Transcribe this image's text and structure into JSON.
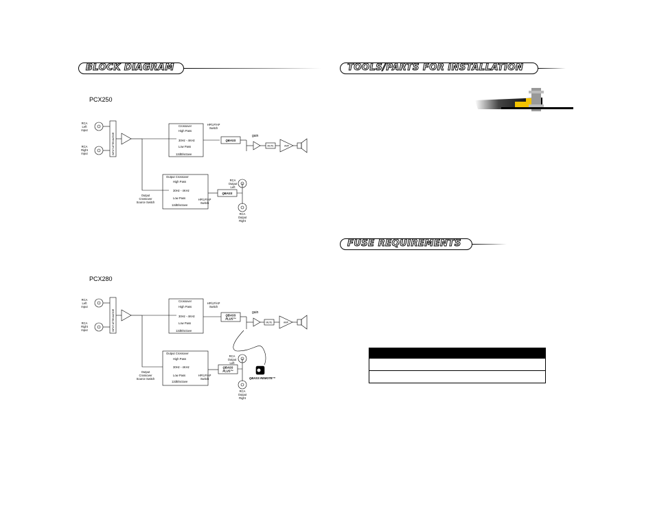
{
  "headings": {
    "block_diagram": "Block Diagram",
    "tools": "Tools/Parts For Installation",
    "fuse": "Fuse Requirements"
  },
  "diagrams": [
    {
      "model": "PCX250",
      "input_left": [
        "RCA",
        "Left",
        "Input"
      ],
      "input_right": [
        "RCA",
        "Right",
        "Input"
      ],
      "input_attenuator": "INPUT ATTENUATOR",
      "crossover_title": "Crossover",
      "high_pass": "High Pass",
      "freq_range": "30Hz - 4KHz",
      "low_pass": "Low Pass",
      "slope": "12dB/octave",
      "hp_lp_switch": [
        "HP/LP/AP",
        "Switch"
      ],
      "bass_box": "QBASS",
      "gain": "gain",
      "mute": "MUTE",
      "amp": "AMP",
      "output_crossover_title": "Output Crossover",
      "out_high_pass": "High Pass",
      "out_freq_range": "30Hz - 4KHz",
      "out_low_pass": "Low Pass",
      "out_slope": "12dB/octave",
      "source_switch": [
        "Output",
        "Crossover",
        "Source Switch"
      ],
      "out_hp_lp_switch": [
        "HP/LP/AP",
        "Switch"
      ],
      "out_bass_box": "QBASS",
      "output_left": [
        "RCA",
        "Output",
        "Left"
      ],
      "output_right": [
        "RCA",
        "Output",
        "Right"
      ]
    },
    {
      "model": "PCX280",
      "input_left": [
        "RCA",
        "Left",
        "Input"
      ],
      "input_right": [
        "RCA",
        "Right",
        "Input"
      ],
      "input_attenuator": "INPUT ATTENUATOR",
      "crossover_title": "Crossover",
      "high_pass": "High Pass",
      "freq_range": "30Hz - 4KHz",
      "low_pass": "Low Pass",
      "slope": "12dB/octave",
      "hp_lp_switch": [
        "HP/LP/AP",
        "Switch"
      ],
      "bass_box": [
        "QBASS",
        "PLUS™"
      ],
      "gain": "gain",
      "mute": "MUTE",
      "amp": "AMP",
      "output_crossover_title": "Output Crossover",
      "out_high_pass": "High Pass",
      "out_freq_range": "30Hz - 4KHz",
      "out_low_pass": "Low Pass",
      "out_slope": "12dB/octave",
      "source_switch": [
        "Output",
        "Crossover",
        "Source Switch"
      ],
      "out_hp_lp_switch": [
        "HP/LP/AP",
        "Switch"
      ],
      "out_bass_box": [
        "QBASS",
        "PLUS™"
      ],
      "output_left": [
        "RCA",
        "Output",
        "Left"
      ],
      "output_right": [
        "RCA",
        "Output",
        "Right"
      ],
      "remote": "QBASS REMOTE™"
    }
  ],
  "fuse_table": {
    "rows": [
      "",
      "",
      ""
    ]
  },
  "colors": {
    "ink": "#000000",
    "highlight": "#f2c200"
  }
}
